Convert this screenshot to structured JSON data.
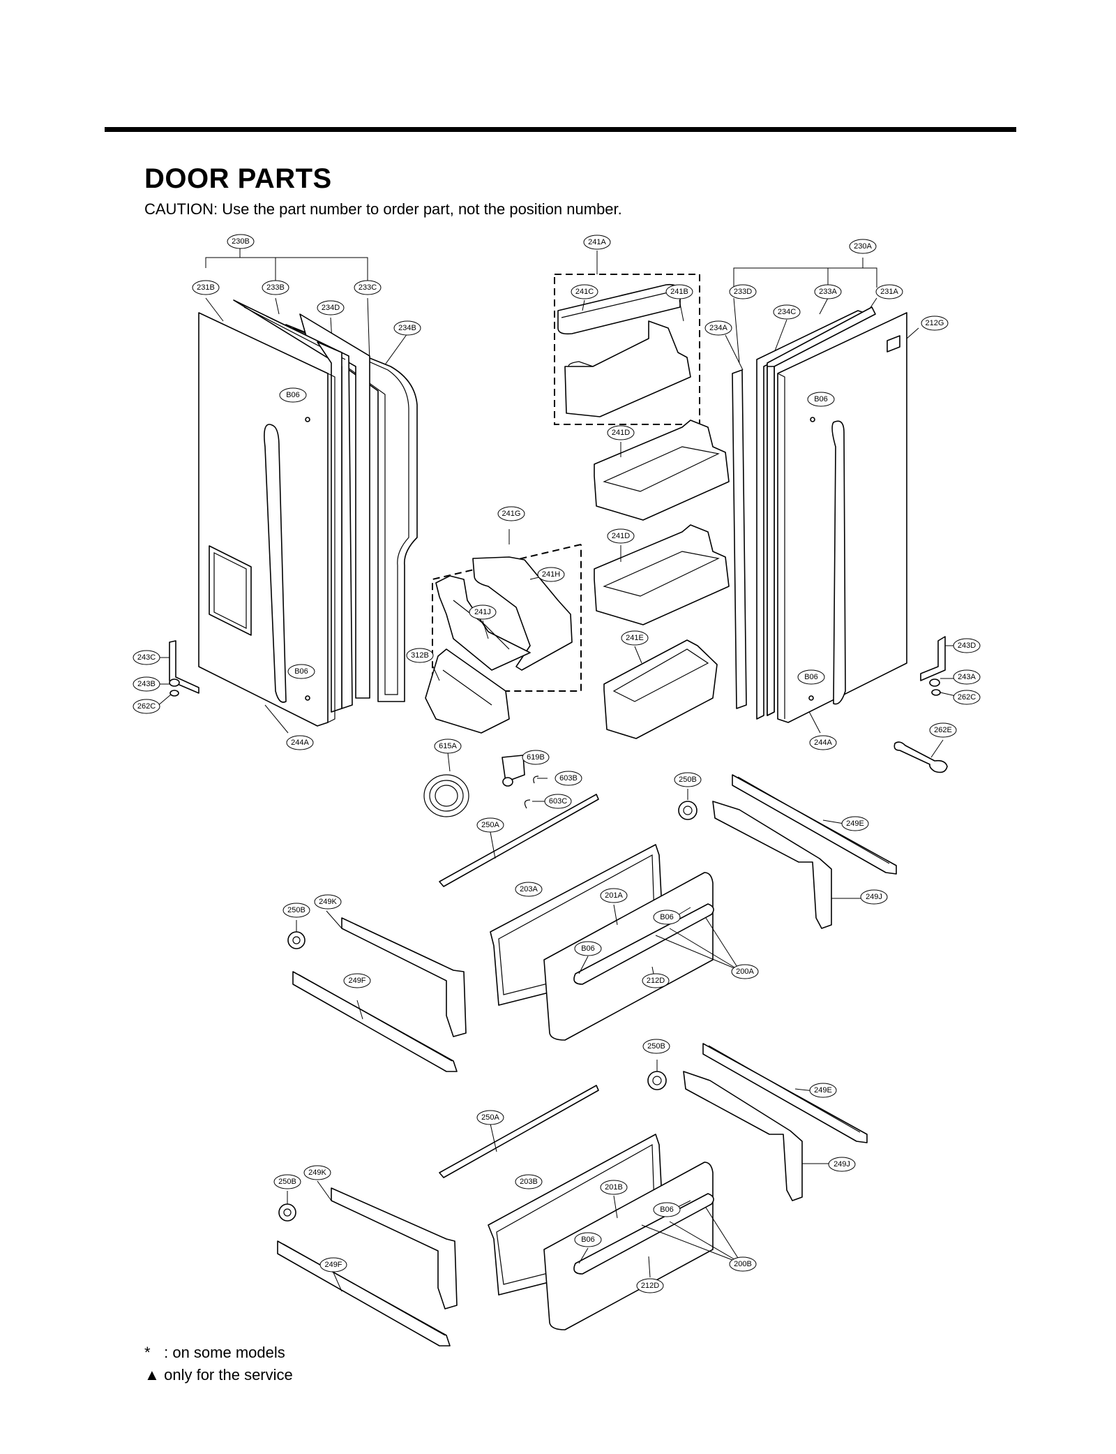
{
  "title": "DOOR PARTS",
  "caution": "CAUTION: Use the part number to order part, not the position number.",
  "notes": [
    {
      "mark": "*",
      "text": " : on some models"
    },
    {
      "mark": "▲",
      "text": " only for the service"
    }
  ],
  "callouts": [
    "230B",
    "231B",
    "233B",
    "233C",
    "234D",
    "234B",
    "B06",
    "B06",
    "243C",
    "243B",
    "262C",
    "244A",
    "241A",
    "241C",
    "241B",
    "241D",
    "241D",
    "241G",
    "241H",
    "241J",
    "241E",
    "312B",
    "230A",
    "233D",
    "233A",
    "231A",
    "234C",
    "234A",
    "212G",
    "B06",
    "B06",
    "244A",
    "243D",
    "243A",
    "262C",
    "262E",
    "615A",
    "619B",
    "603B",
    "603C",
    "250B",
    "249E",
    "249J",
    "250A",
    "203A",
    "201A",
    "B06",
    "B06",
    "212D",
    "200A",
    "250B",
    "249K",
    "249F",
    "250B",
    "249E",
    "249J",
    "250A",
    "203B",
    "201B",
    "B06",
    "B06",
    "212D",
    "200B",
    "250B",
    "249K",
    "249F"
  ]
}
